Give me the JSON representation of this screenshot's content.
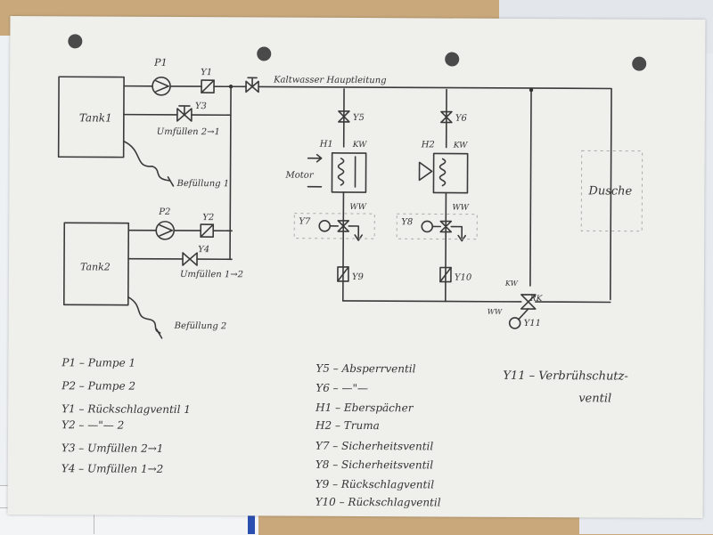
{
  "labels": {
    "tank1": "Tank1",
    "tank2": "Tank2",
    "p1": "P1",
    "p2": "P2",
    "y1": "Y1",
    "y2": "Y2",
    "y3": "Y3",
    "y4": "Y4",
    "umfuellen_21": "Umfüllen 2→1",
    "umfuellen_12": "Umfüllen 1→2",
    "befuellung1": "Befüllung 1",
    "befuellung2": "Befüllung 2",
    "kaltwasser": "Kaltwasser Hauptleitung",
    "y5": "Y5",
    "y6": "Y6",
    "h1": "H1",
    "h2": "H2",
    "kw1": "KW",
    "kw2": "KW",
    "ww1": "WW",
    "ww2": "WW",
    "motor": "Motor",
    "y7": "Y7",
    "y8": "Y8",
    "y9": "Y9",
    "y10": "Y10",
    "dusche": "Dusche",
    "kw3": "KW",
    "rk": "RK",
    "ww3": "WW",
    "y11": "Y11"
  },
  "legend_left": [
    "P1 – Pumpe 1",
    "P2 – Pumpe 2",
    "Y1 – Rückschlagventil 1",
    "Y2 – —\"— 2",
    "Y3 – Umfüllen 2→1",
    "Y4 – Umfüllen 1→2"
  ],
  "legend_mid": [
    "Y5 – Absperrventil",
    "Y6 – —\"—",
    "H1 – Eberspächer",
    "H2 – Truma",
    "Y7 – Sicherheitsventil",
    "Y8 – Sicherheitsventil",
    "Y9 – Rückschlagventil",
    "Y10 – Rückschlagventil"
  ],
  "legend_right": [
    "Y11 – Verbrühschutz-",
    "ventil"
  ]
}
